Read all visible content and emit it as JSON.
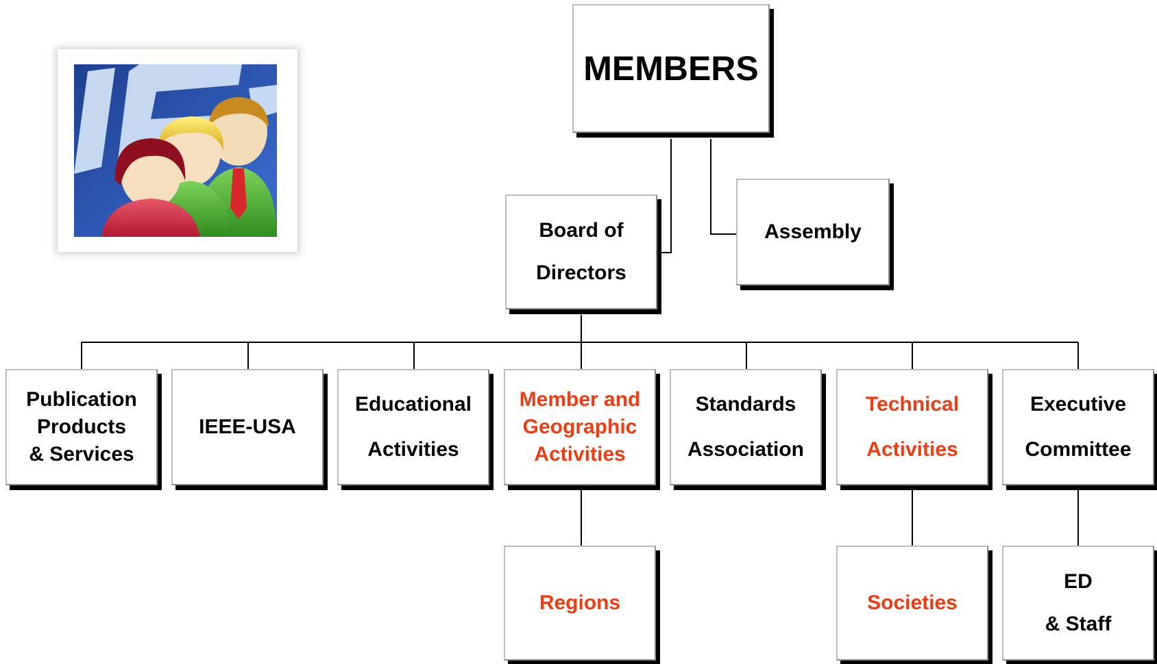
{
  "colors": {
    "text": "#000000",
    "highlight": "#f03c12",
    "connector": "#000000",
    "shadow": "#000000"
  },
  "logo": {
    "icon": "members-people-icon"
  },
  "nodes": {
    "members": {
      "lines": [
        "MEMBERS"
      ]
    },
    "board": {
      "lines": [
        "Board of",
        "Directors"
      ]
    },
    "assembly": {
      "lines": [
        "Assembly"
      ]
    },
    "publication": {
      "lines": [
        "Publication",
        "Products",
        "& Services"
      ]
    },
    "ieee_usa": {
      "lines": [
        "IEEE-USA"
      ]
    },
    "educational": {
      "lines": [
        "Educational",
        "Activities"
      ]
    },
    "mga": {
      "lines": [
        "Member and",
        "Geographic",
        "Activities"
      ]
    },
    "standards": {
      "lines": [
        "Standards",
        "Association"
      ]
    },
    "technical": {
      "lines": [
        "Technical",
        "Activities"
      ]
    },
    "executive": {
      "lines": [
        "Executive",
        "Committee"
      ]
    },
    "regions": {
      "lines": [
        "Regions"
      ]
    },
    "societies": {
      "lines": [
        "Societies"
      ]
    },
    "ed_staff": {
      "lines": [
        "ED",
        "& Staff"
      ]
    }
  }
}
